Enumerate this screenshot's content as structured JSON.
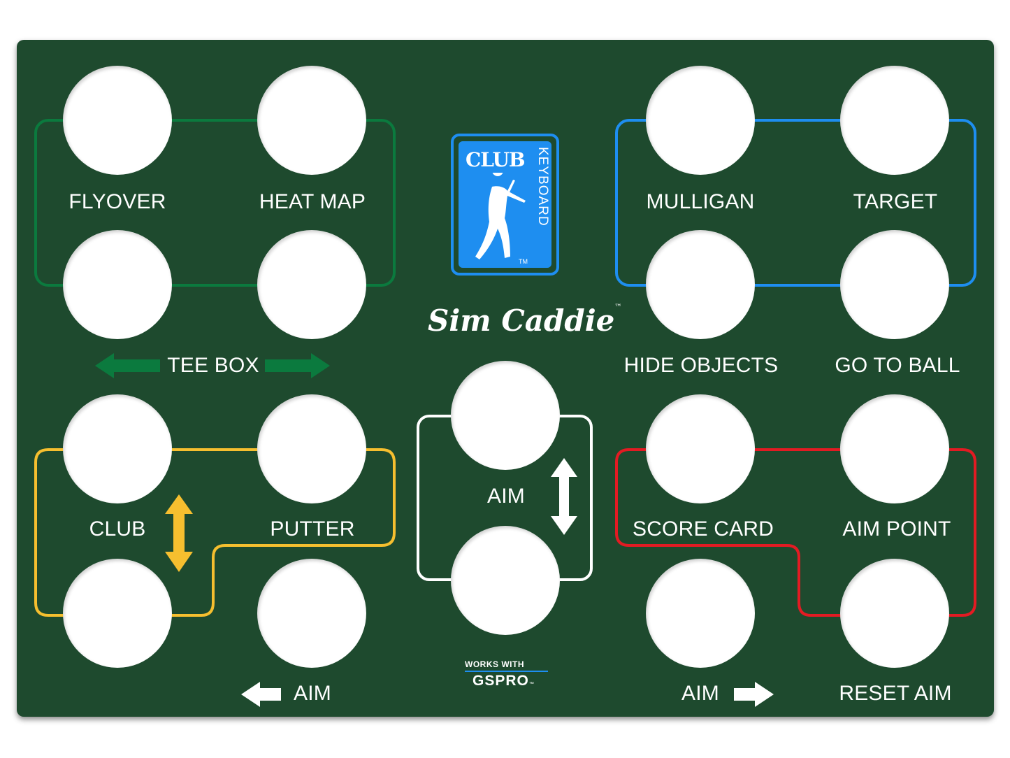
{
  "colors": {
    "board": "#1e4a2e",
    "hole": "#ffffff",
    "text": "#ffffff",
    "green_group": "#0b7a3e",
    "blue_group": "#1e8ef0",
    "yellow_group": "#f6bf2f",
    "red_group": "#e31b23",
    "white_group": "#ffffff"
  },
  "logo": {
    "club": "CLUB",
    "keyboard": "KEYBOARD",
    "tm": "TM",
    "icon": "golfer-silhouette-icon"
  },
  "brand": {
    "name": "Sim Caddie",
    "tm": "™"
  },
  "compat": {
    "works_with": "WORKS WITH",
    "gspro": "GSPRO",
    "tm": "™"
  },
  "labels": {
    "flyover": "FLYOVER",
    "heat_map": "HEAT MAP",
    "tee_box": "TEE BOX",
    "mulligan": "MULLIGAN",
    "target": "TARGET",
    "hide_objects": "HIDE OBJECTS",
    "go_to_ball": "GO TO BALL",
    "club": "CLUB",
    "putter": "PUTTER",
    "aim_left": "AIM",
    "aim_center": "AIM",
    "score_card": "SCORE CARD",
    "aim_point": "AIM POINT",
    "aim_right": "AIM",
    "reset_aim": "RESET AIM"
  },
  "icons": {
    "tee_box_left": "arrow-left-icon",
    "tee_box_right": "arrow-right-icon",
    "club_putter": "arrow-up-down-icon",
    "aim_center": "arrow-up-down-icon",
    "aim_left": "arrow-left-icon",
    "aim_right": "arrow-right-icon"
  }
}
